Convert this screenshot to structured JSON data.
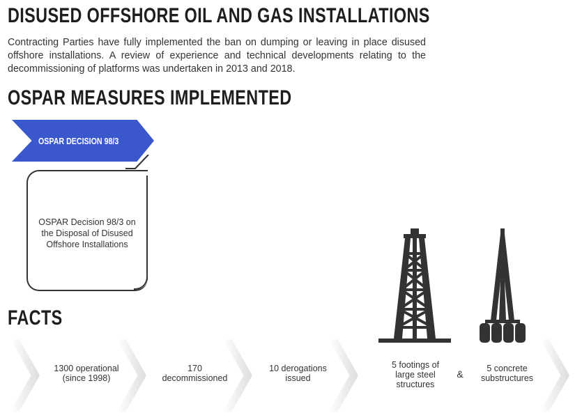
{
  "title": "DISUSED OFFSHORE OIL AND GAS INSTALLATIONS",
  "intro": "Contracting Parties have fully implemented the ban on dumping or leaving in place disused offshore installations. A review of experience and technical developments relating to the decommissioning of platforms was undertaken in 2013 and 2018.",
  "measures_heading": "OSPAR MEASURES IMPLEMENTED",
  "measure": {
    "label": "OSPAR DECISION 98/3",
    "description": "OSPAR Decision 98/3 on the Disposal of Disused Offshore Installations",
    "color": "#3a58cc"
  },
  "facts_heading": "FACTS",
  "facts": [
    "1300 operational (since 1998)",
    "170 decommissioned",
    "10 derogations issued",
    "5 footings of large steel structures",
    "&",
    "5 concrete substructures"
  ],
  "icons": [
    "steel-jacket-platform-icon",
    "concrete-gravity-platform-icon"
  ]
}
